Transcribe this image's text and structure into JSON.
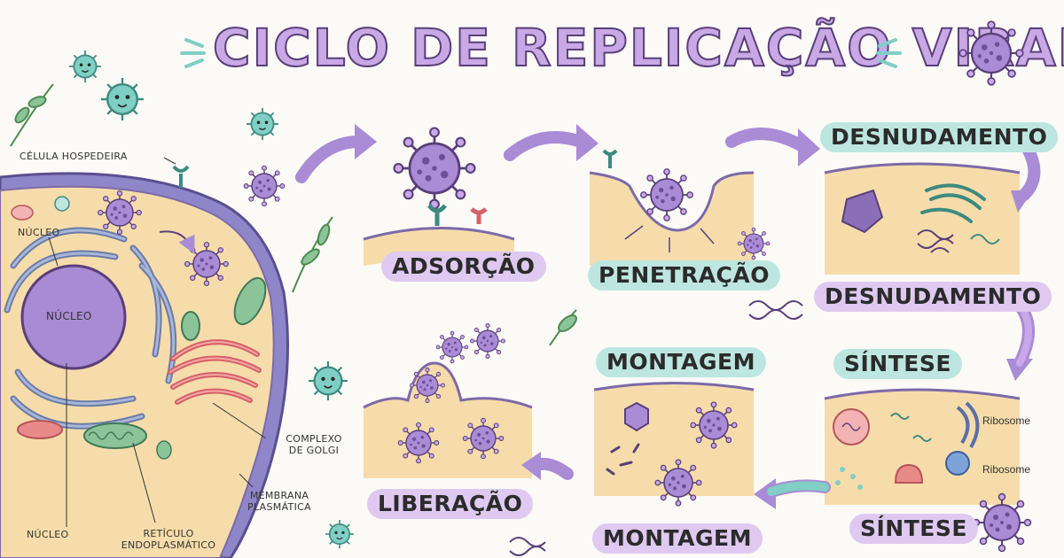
{
  "title": "CICLO DE REPLICAÇÃO VIRAL",
  "cell_labels": {
    "host_cell": "CÉLULA HOSPEDEIRA",
    "nucleus_top": "NÚCLEO",
    "nucleus_center": "NÚCLEO",
    "nucleus_bottom": "NÚCLEO",
    "golgi_line1": "COMPLEXO",
    "golgi_line2": "DE GOLGI",
    "membrane_line1": "MEMBRANA",
    "membrane_line2": "PLASMÁTICA",
    "er_line1": "RETÍCULO",
    "er_line2": "ENDOPLASMÁTICO"
  },
  "stages": {
    "adsorption": "ADSORÇÃO",
    "penetration": "PENETRAÇÃO",
    "uncoating_top": "DESNUDAMENTO",
    "uncoating_mid": "DESNUDAMENTO",
    "synthesis_mid": "SÍNTESE",
    "synthesis_bottom": "SÍNTESE",
    "assembly_top": "MONTAGEM",
    "assembly_bottom": "MONTAGEM",
    "release": "LIBERAÇÃO"
  },
  "ribosome_labels": {
    "first": "Ribosome",
    "second": "Ribosome"
  },
  "colors": {
    "virus": "#a98bd6",
    "virus_dark": "#5a3f7a",
    "teal": "#7fcfc4",
    "cell": "#f6dcaa",
    "membrane": "#7c6aa8",
    "nucleus": "#a88bd4",
    "golgi": "#e88a88",
    "mito": "#8cc49a"
  }
}
